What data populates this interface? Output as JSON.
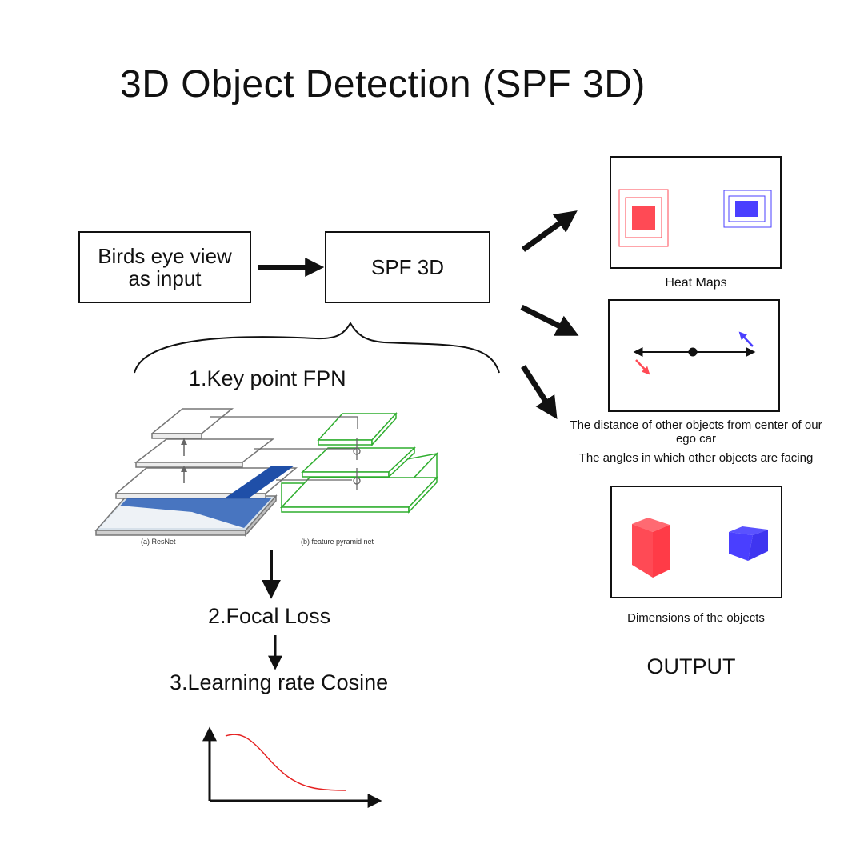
{
  "title": "3D Object Detection (SPF 3D)",
  "pipeline": {
    "input_label": "Birds eye view as input",
    "model_label": "SPF 3D"
  },
  "training_steps": {
    "step1": "1.Key point FPN",
    "step2": "2.Focal Loss",
    "step3": "3.Learning rate Cosine",
    "fpn_caption_resnet": "(a) ResNet",
    "fpn_caption_fpn": "(b) feature pyramid net"
  },
  "outputs": {
    "heat_maps_label": "Heat Maps",
    "distance_label": "The distance of other objects from center of our ego car",
    "angle_label": "The angles in which other objects are facing",
    "dimensions_label": "Dimensions of the objects",
    "output_label": "OUTPUT"
  },
  "colors": {
    "red": "#ff4a55",
    "blue": "#4a3fff",
    "green": "#2fae2f",
    "curve_red": "#e52222",
    "black": "#111111"
  },
  "icons": [
    "arrow-right-icon",
    "arrow-down-icon",
    "brace-icon"
  ]
}
